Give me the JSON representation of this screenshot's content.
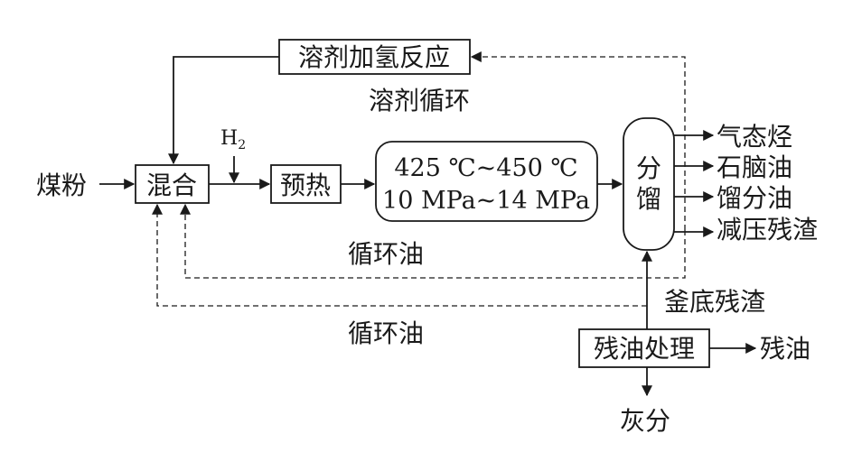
{
  "nodes": {
    "solvent_hydro": "溶剂加氢反应",
    "mix": "混合",
    "preheat": "预热",
    "reaction_line1": "425 ℃~450 ℃",
    "reaction_line2": "10 MPa~14 MPa",
    "fractionation_char1": "分",
    "fractionation_char2": "馏",
    "residue_treatment": "残油处理"
  },
  "inputs": {
    "coal_powder": "煤粉",
    "hydrogen_main": "H",
    "hydrogen_sub": "2"
  },
  "outputs": {
    "gas_hydrocarbon": "气态烃",
    "naphtha": "石脑油",
    "distillate_oil": "馏分油",
    "vacuum_residue": "减压残渣",
    "residual_oil": "残油",
    "ash": "灰分"
  },
  "labels": {
    "solvent_cycle": "溶剂循环",
    "cycle_oil_1": "循环油",
    "cycle_oil_2": "循环油",
    "still_bottom_residue": "釜底残渣"
  }
}
